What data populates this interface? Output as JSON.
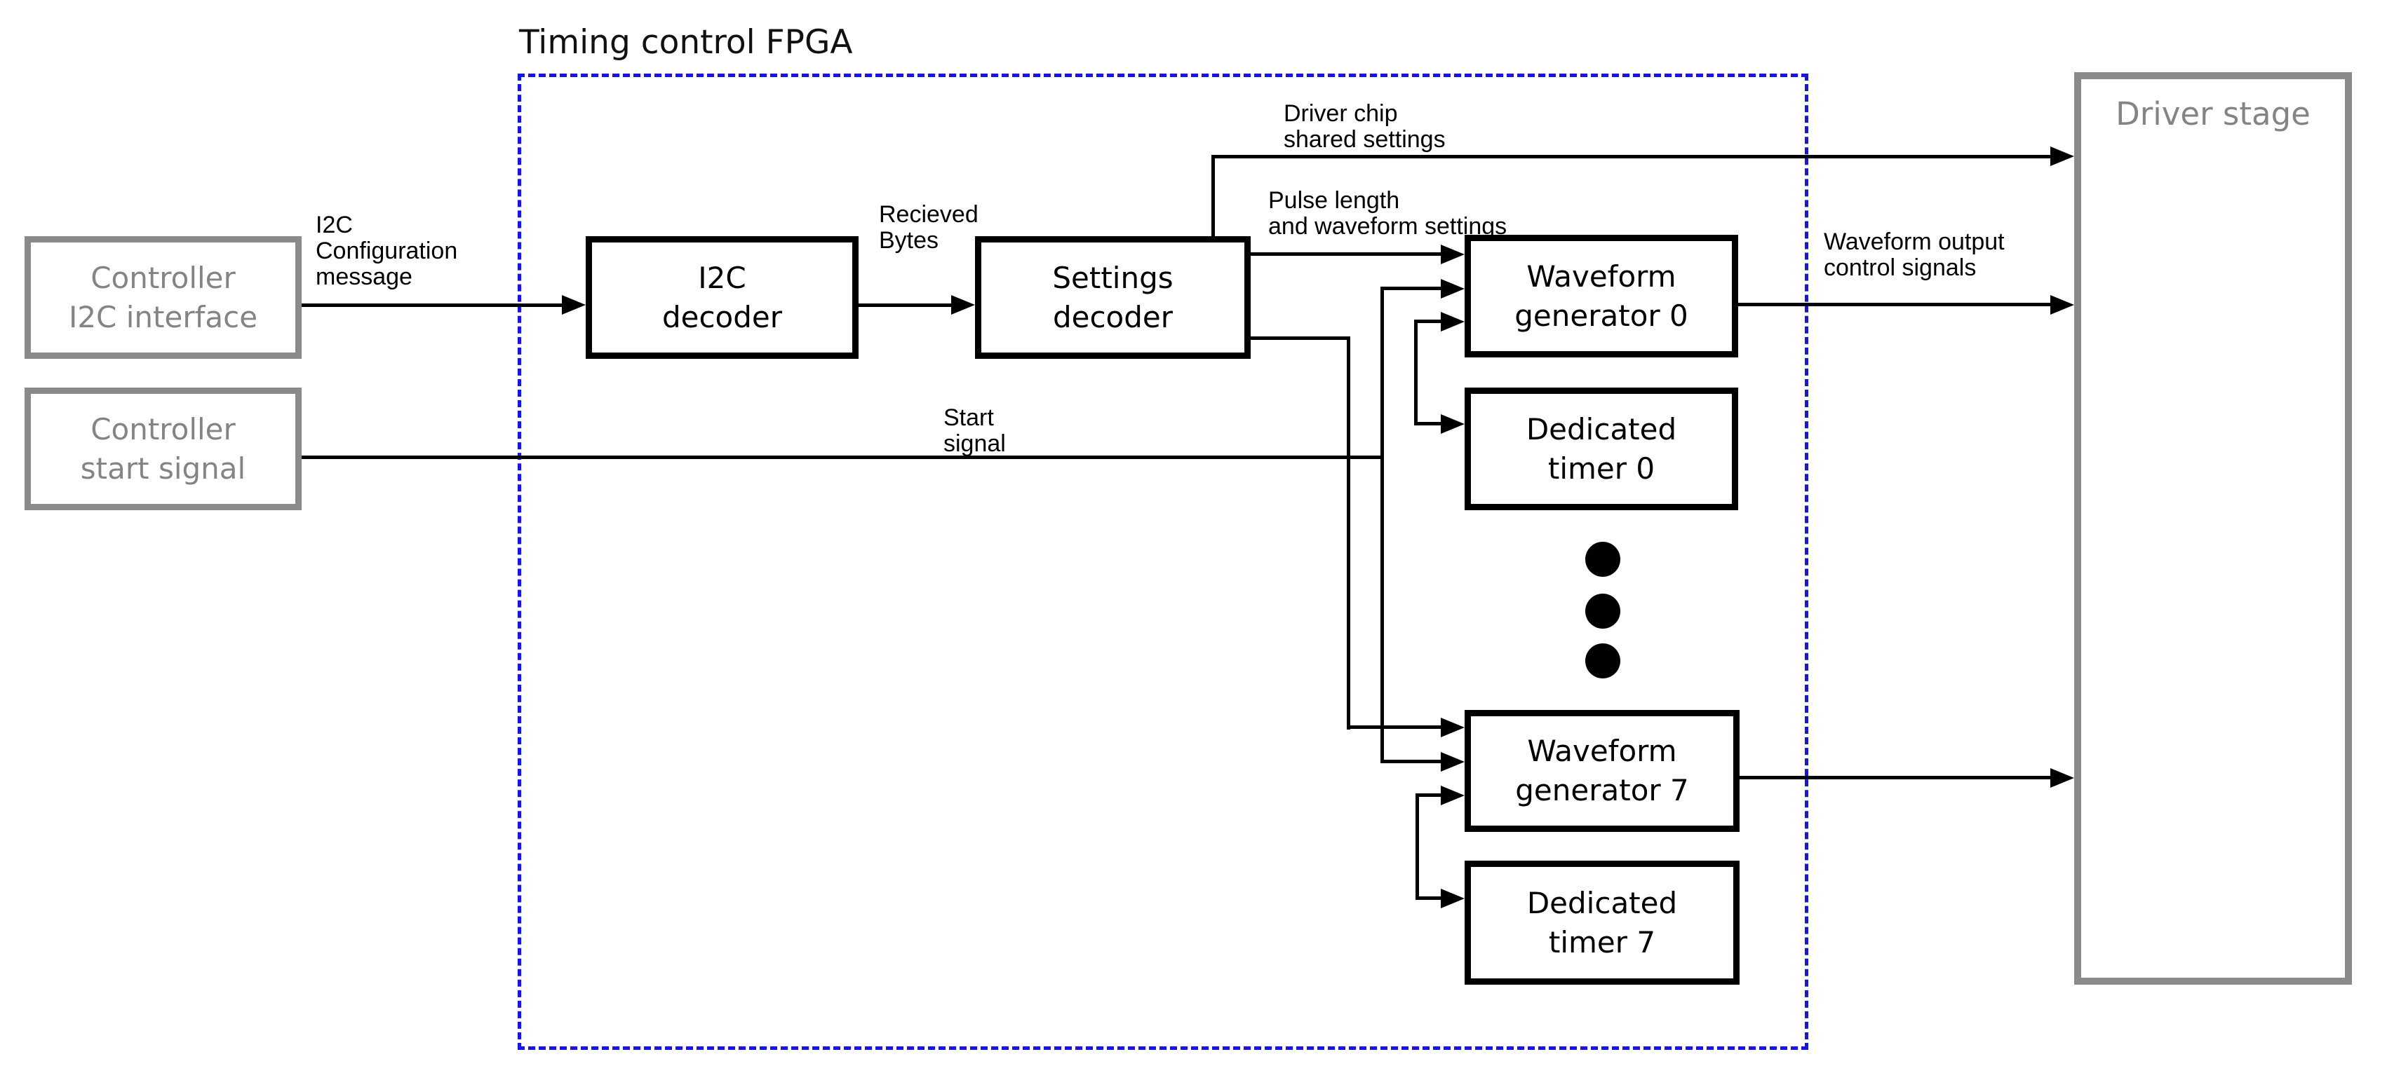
{
  "title": "Timing control FPGA",
  "colors": {
    "boundary_blue": "#1414f0",
    "external_gray": "#8a8a8a",
    "wire_black": "#000000"
  },
  "blocks": {
    "controller_i2c": {
      "line1": "Controller",
      "line2": "I2C interface"
    },
    "controller_start": {
      "line1": "Controller",
      "line2": "start signal"
    },
    "i2c_decoder": {
      "line1": "I2C",
      "line2": "decoder"
    },
    "settings_decoder": {
      "line1": "Settings",
      "line2": "decoder"
    },
    "waveform_gen_0": {
      "line1": "Waveform",
      "line2": "generator 0"
    },
    "dedicated_timer_0": {
      "line1": "Dedicated",
      "line2": "timer 0"
    },
    "waveform_gen_7": {
      "line1": "Waveform",
      "line2": "generator 7"
    },
    "dedicated_timer_7": {
      "line1": "Dedicated",
      "line2": "timer 7"
    },
    "driver_stage": {
      "label": "Driver stage"
    }
  },
  "signal_labels": {
    "i2c_config": {
      "line1": "I2C",
      "line2": "Configuration",
      "line3": "message"
    },
    "received_bytes": {
      "line1": "Recieved",
      "line2": "Bytes"
    },
    "driver_chip": {
      "line1": "Driver chip",
      "line2": "shared settings"
    },
    "pulse_length": {
      "line1": "Pulse length",
      "line2": "and waveform settings"
    },
    "start_signal": {
      "line1": "Start",
      "line2": "signal"
    },
    "waveform_output": {
      "line1": "Waveform output",
      "line2": "control signals"
    }
  },
  "ellipsis": {
    "dot_count": 3
  }
}
